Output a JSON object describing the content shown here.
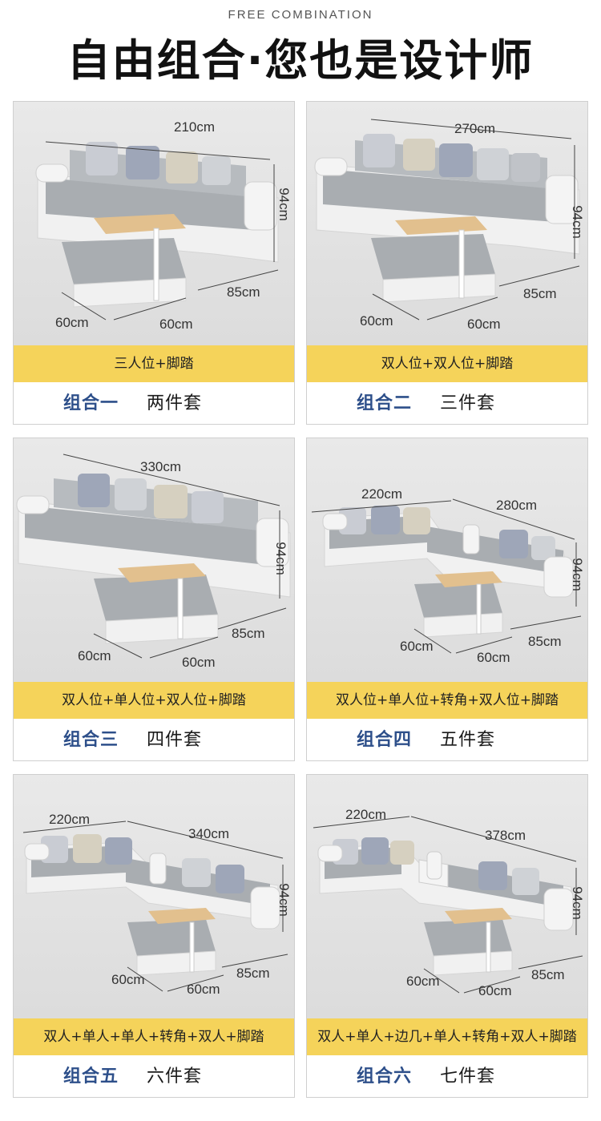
{
  "header": {
    "subtitle": "FREE COMBINATION",
    "title": "自由组合·您也是设计师"
  },
  "cards": [
    {
      "config": "三人位+脚踏",
      "combo": "组合一",
      "pieces": "两件套",
      "dims": {
        "width": "210cm",
        "height": "94cm",
        "depth": "85cm",
        "ottoman_w": "60cm",
        "ottoman_d": "60cm"
      }
    },
    {
      "config": "双人位+双人位+脚踏",
      "combo": "组合二",
      "pieces": "三件套",
      "dims": {
        "width": "270cm",
        "height": "94cm",
        "depth": "85cm",
        "ottoman_w": "60cm",
        "ottoman_d": "60cm"
      }
    },
    {
      "config": "双人位+单人位+双人位+脚踏",
      "combo": "组合三",
      "pieces": "四件套",
      "dims": {
        "width": "330cm",
        "height": "94cm",
        "depth": "85cm",
        "ottoman_w": "60cm",
        "ottoman_d": "60cm"
      }
    },
    {
      "config": "双人位+单人位+转角+双人位+脚踏",
      "combo": "组合四",
      "pieces": "五件套",
      "dims": {
        "left": "220cm",
        "right": "280cm",
        "height": "94cm",
        "depth": "85cm",
        "ottoman_w": "60cm",
        "ottoman_d": "60cm"
      }
    },
    {
      "config": "双人+单人+单人+转角+双人+脚踏",
      "combo": "组合五",
      "pieces": "六件套",
      "dims": {
        "left": "220cm",
        "right": "340cm",
        "height": "94cm",
        "depth": "85cm",
        "ottoman_w": "60cm",
        "ottoman_d": "60cm"
      }
    },
    {
      "config": "双人+单人+边几+单人+转角+双人+脚踏",
      "combo": "组合六",
      "pieces": "七件套",
      "dims": {
        "left": "220cm",
        "right": "378cm",
        "height": "94cm",
        "depth": "85cm",
        "ottoman_w": "60cm",
        "ottoman_d": "60cm"
      }
    }
  ],
  "colors": {
    "band": "#f5d35a",
    "combo_text": "#2d4f8a",
    "fabric": "#a9adb1",
    "leather": "#f2f2f2",
    "table": "#e2c08e"
  }
}
